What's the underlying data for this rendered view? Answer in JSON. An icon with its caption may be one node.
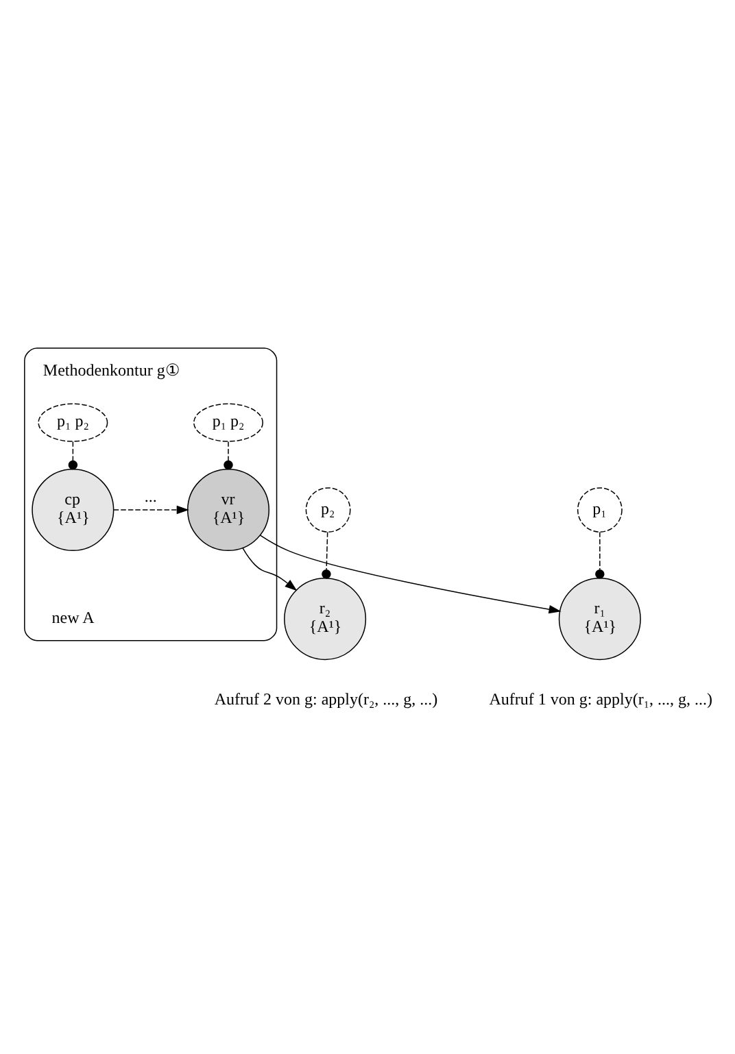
{
  "diagram": {
    "nodes": [
      {
        "text": [
          "Methodenkontur g①"
        ]
      },
      {
        "text": [
          "p₁ p₂"
        ],
        "in": 0
      },
      {
        "text": [
          "cp",
          "{A¹}"
        ],
        "in": 0,
        "beside": [
          "new A"
        ]
      },
      {
        "text": [
          "p₁ p₂"
        ],
        "in": 0
      },
      {
        "text": [
          "vr",
          "{A¹}"
        ],
        "in": 0
      },
      {
        "text": [
          "p₂"
        ]
      },
      {
        "text": [
          "p₁"
        ]
      },
      {
        "text": [
          "r₁",
          "{A¹}"
        ],
        "beside": [
          "Aufruf 1 von g: apply(r₁, ..., g, ...)"
        ]
      },
      {
        "text": [
          "r₂",
          "{A¹}"
        ],
        "beside": [
          "Aufruf 2 von g: apply(r₂, ..., g, ...)"
        ]
      }
    ],
    "edges": [
      {
        "from": 1,
        "to": 2,
        "arrow": "other",
        "style": "dashed"
      },
      {
        "from": 3,
        "to": 4,
        "arrow": "other",
        "style": "dashed"
      },
      {
        "from": 2,
        "to": 4,
        "arrow": "to",
        "style": "dashed",
        "label": "..."
      },
      {
        "from": 4,
        "to": 7,
        "arrow": "to"
      },
      {
        "from": 4,
        "to": 8,
        "arrow": "to"
      },
      {
        "from": 6,
        "to": 7,
        "arrow": "other",
        "style": "dashed"
      },
      {
        "from": 5,
        "to": 8,
        "arrow": "other",
        "style": "dashed"
      }
    ]
  }
}
